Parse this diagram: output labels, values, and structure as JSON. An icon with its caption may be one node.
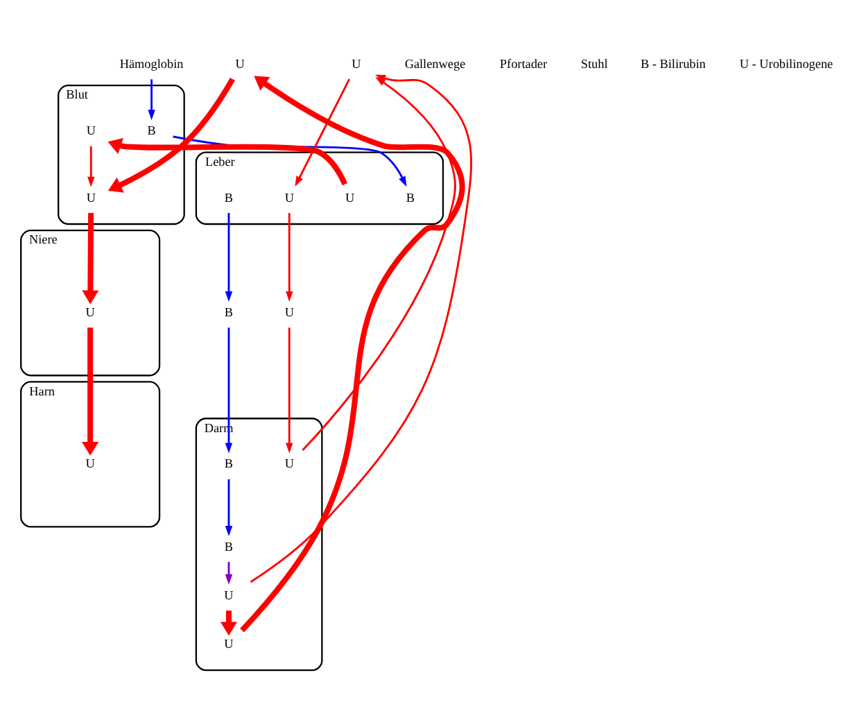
{
  "diagram": {
    "nodes": [
      {
        "text": [
          "Hämoglobin"
        ]
      },
      {
        "text": [
          "Blut"
        ]
      },
      {
        "text": [
          "B"
        ],
        "in": 1
      },
      {
        "text": [
          "U"
        ],
        "in": 1
      },
      {
        "text": [
          "U"
        ],
        "in": 1
      },
      {
        "text": [
          "Niere"
        ]
      },
      {
        "text": [
          "U"
        ],
        "in": 5
      },
      {
        "text": [
          "Leber"
        ]
      },
      {
        "text": [
          "B"
        ],
        "in": 7
      },
      {
        "text": [
          "U"
        ],
        "in": 7
      },
      {
        "text": [
          "B"
        ],
        "in": 7
      },
      {
        "text": [
          "U"
        ],
        "in": 7
      },
      {
        "text": [
          "Harn"
        ]
      },
      {
        "text": [
          "U"
        ],
        "in": 12
      },
      {
        "text": [
          "U"
        ]
      },
      {
        "text": [
          "B"
        ]
      },
      {
        "text": [
          "U"
        ]
      },
      {
        "text": [
          "U"
        ]
      },
      {
        "text": [
          "Darm"
        ]
      },
      {
        "text": [
          "B"
        ],
        "in": 18
      },
      {
        "text": [
          "U"
        ],
        "in": 18
      },
      {
        "text": [
          "B"
        ],
        "in": 18
      },
      {
        "text": [
          "U"
        ],
        "in": 18
      },
      {
        "text": [
          "U"
        ],
        "in": 18
      }
    ],
    "edges": [
      {
        "from": 0,
        "to": 2,
        "arrow": "to",
        "color": "#0000ff"
      },
      {
        "from": 2,
        "to": 8,
        "arrow": "to",
        "color": "#0000ff"
      },
      {
        "from": 9,
        "to": 3,
        "arrow": "to",
        "style": "thick"
      },
      {
        "from": 3,
        "to": 4,
        "arrow": "to"
      },
      {
        "from": 4,
        "to": 6,
        "arrow": "to",
        "style": "thick"
      },
      {
        "from": 6,
        "to": 13,
        "arrow": "to",
        "style": "thick"
      },
      {
        "from": 17,
        "to": 4,
        "arrow": "to",
        "style": "thick"
      },
      {
        "from": 23,
        "to": 17,
        "arrow": "to",
        "style": "thick"
      },
      {
        "from": 10,
        "to": 15,
        "arrow": "to",
        "color": "#0000ff"
      },
      {
        "from": 15,
        "to": 19,
        "arrow": "to",
        "color": "#0000ff"
      },
      {
        "from": 11,
        "to": 14,
        "arrow": "to"
      },
      {
        "from": 16,
        "to": 11,
        "arrow": "to"
      },
      {
        "from": 14,
        "to": 20,
        "arrow": "to"
      },
      {
        "from": 20,
        "to": 16,
        "arrow": "to"
      },
      {
        "from": 22,
        "to": 16,
        "arrow": "to"
      },
      {
        "from": 19,
        "to": 21,
        "arrow": "to",
        "color": "#0000ff"
      },
      {
        "from": 21,
        "to": 22,
        "arrow": "to",
        "color": "#8000c0"
      },
      {
        "from": 22,
        "to": 23,
        "arrow": "to",
        "style": "thick"
      }
    ],
    "labels": [
      "Gallenwege",
      "Pfortader",
      "Stuhl",
      "B - Bilirubin",
      "U - Urobilinogene"
    ]
  }
}
